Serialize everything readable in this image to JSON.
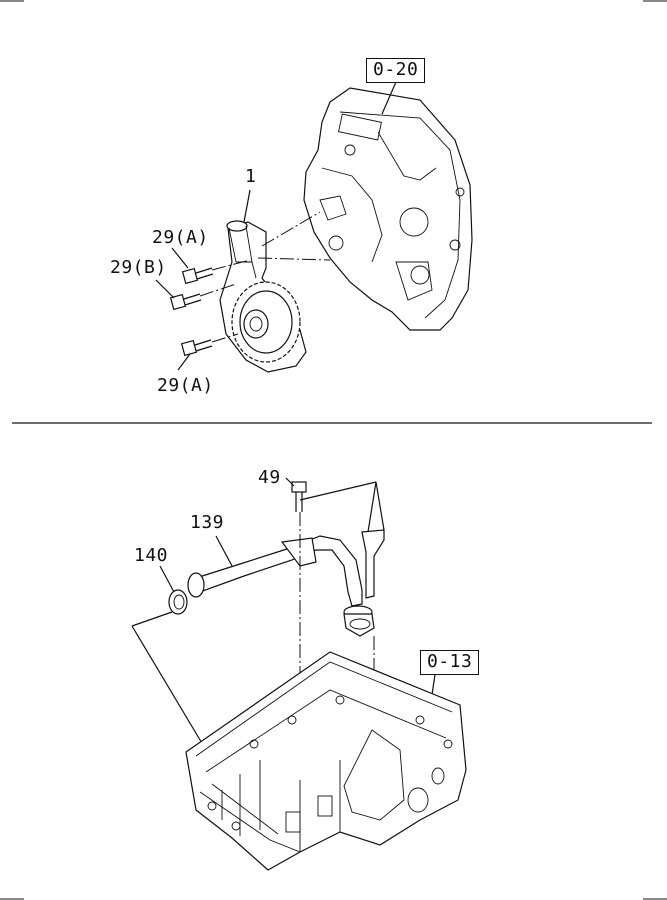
{
  "sections": {
    "top": {
      "callouts": [
        {
          "id": "ref-0-20",
          "text": "0-20",
          "boxed": true
        },
        {
          "id": "part-1",
          "text": "1",
          "boxed": false
        },
        {
          "id": "part-29a-upper",
          "text": "29(A)",
          "boxed": false
        },
        {
          "id": "part-29b",
          "text": "29(B)",
          "boxed": false
        },
        {
          "id": "part-29a-lower",
          "text": "29(A)",
          "boxed": false
        }
      ]
    },
    "bottom": {
      "callouts": [
        {
          "id": "part-49",
          "text": "49",
          "boxed": false
        },
        {
          "id": "part-139",
          "text": "139",
          "boxed": false
        },
        {
          "id": "part-140",
          "text": "140",
          "boxed": false
        },
        {
          "id": "ref-0-13",
          "text": "0-13",
          "boxed": true
        }
      ]
    }
  }
}
